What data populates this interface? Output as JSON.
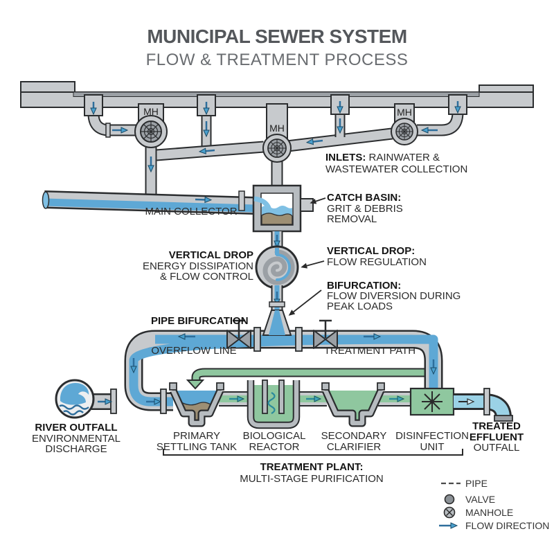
{
  "title": {
    "line1": "MUNICIPAL SEWER SYSTEM",
    "line2": "FLOW & TREATMENT PROCESS"
  },
  "street": {
    "manhole_label": "MH"
  },
  "labels": {
    "inlets": {
      "bold": "INLETS:",
      "rest": " RAINWATER &",
      "line2": "WASTEWATER COLLECTION"
    },
    "main_collector": "MAIN COLLECTOR",
    "catch_basin": {
      "bold": "CATCH BASIN:",
      "line2": "GRIT & DEBRIS",
      "line3": "REMOVAL"
    },
    "drop_left": {
      "bold": "VERTICAL DROP",
      "line2": "ENERGY DISSIPATION",
      "line3": "& FLOW CONTROL"
    },
    "drop_right": {
      "bold": "VERTICAL DROP:",
      "line2": "FLOW REGULATION"
    },
    "bifurcation_note": {
      "bold": "BIFURCATION:",
      "line2": "FLOW DIVERSION DURING",
      "line3": "PEAK LOADS"
    },
    "pipe_bifurcation": "PIPE BIFURCATION",
    "overflow_line": "OVERFLOW LINE",
    "treatment_path": "TREATMENT PATH",
    "river_outfall": {
      "bold": "RIVER OUTFALL",
      "line2": "ENVIRONMENTAL",
      "line3": "DISCHARGE"
    },
    "primary_tank": {
      "line1": "PRIMARY",
      "line2": "SETTLING TANK"
    },
    "bio_reactor": {
      "line1": "BIOLOGICAL",
      "line2": "REACTOR"
    },
    "secondary_clarifier": {
      "line1": "SECONDARY",
      "line2": "CLARIFIER"
    },
    "disinfection": {
      "line1": "DISINFECTION",
      "line2": "UNIT"
    },
    "treated_effluent": {
      "bold1": "TREATED",
      "bold2": "EFFLUENT",
      "line3": "OUTFALL"
    },
    "plant": {
      "bold": "TREATMENT PLANT:",
      "line2": "MULTI-STAGE PURIFICATION"
    }
  },
  "legend": {
    "items": [
      {
        "icon": "dashed-pipe-icon",
        "label": "PIPE"
      },
      {
        "icon": "valve-dot-icon",
        "label": "VALVE"
      },
      {
        "icon": "manhole-crossed-circle-icon",
        "label": "MANHOLE"
      },
      {
        "icon": "flow-arrow-icon",
        "label": "FLOW DIRECTION"
      }
    ]
  },
  "colors": {
    "dark": "#2B2D2F",
    "pipe": "#C7CACD",
    "pipedark": "#9BA0A5",
    "wall": "#B7BCC0",
    "water": "#5EA8D5",
    "waterlight": "#7FC0E4",
    "green": "#8FC79F",
    "sediment": "#9D8F74",
    "effluent": "#9BD2E6",
    "arrowblue": "#4AA0CE",
    "arrowline": "#2E6E9C",
    "teal": "#3FA3B8",
    "tealline": "#2B8A9C",
    "pale": "#D6ECF5",
    "outfall": "#ECEEF0",
    "text": "#2A2A2A",
    "title": "#54575B",
    "subtitle": "#696C70"
  }
}
